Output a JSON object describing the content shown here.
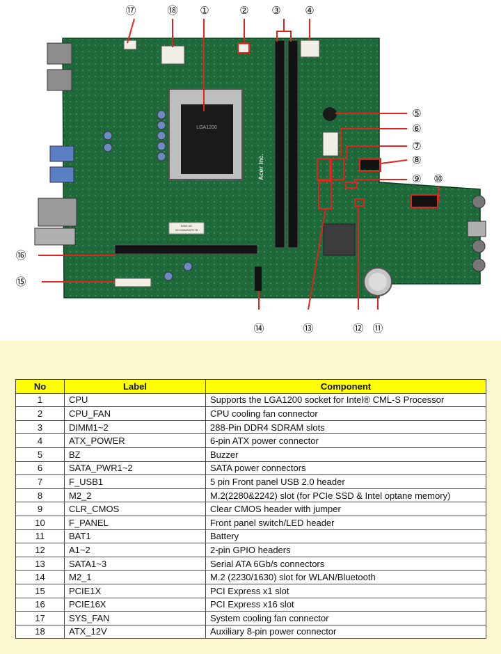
{
  "callouts": [
    "①",
    "②",
    "③",
    "④",
    "⑤",
    "⑥",
    "⑦",
    "⑧",
    "⑨",
    "⑩",
    "⑪",
    "⑫",
    "⑬",
    "⑭",
    "⑮",
    "⑯",
    "⑰",
    "⑱"
  ],
  "board_print": {
    "vendor": "Acer Inc.",
    "socket_mark": "LGA1200",
    "model_sticker": "B460-AD",
    "serial_sticker": "SAY1026AXSPF1TB"
  },
  "colors": {
    "page_bg": "#fbf7cf",
    "pcb": "#1f6a3a",
    "header_fill": "#ffff00",
    "leader_line": "#e0231d",
    "table_border": "#444444"
  },
  "table": {
    "headers": [
      "No",
      "Label",
      "Component"
    ],
    "rows": [
      [
        "1",
        "CPU",
        "Supports the LGA1200  socket for Intel®  CML-S Processor"
      ],
      [
        "2",
        "CPU_FAN",
        "CPU cooling fan connector"
      ],
      [
        "3",
        "DIMM1~2",
        "288-Pin DDR4 SDRAM slots"
      ],
      [
        "4",
        "ATX_POWER",
        "6-pin ATX power connector"
      ],
      [
        "5",
        "BZ",
        "Buzzer"
      ],
      [
        "6",
        "SATA_PWR1~2",
        "SATA power connectors"
      ],
      [
        "7",
        "F_USB1",
        "5 pin Front panel USB 2.0 header"
      ],
      [
        "8",
        "M2_2",
        "M.2(2280&2242)  slot (for PCIe SSD & Intel optane memory)"
      ],
      [
        "9",
        "CLR_CMOS",
        "Clear CMOS header with jumper"
      ],
      [
        "10",
        "F_PANEL",
        "Front panel switch/LED header"
      ],
      [
        "11",
        "BAT1",
        "Battery"
      ],
      [
        "12",
        "A1~2",
        "2-pin GPIO headers"
      ],
      [
        "13",
        "SATA1~3",
        "Serial ATA 6Gb/s connectors"
      ],
      [
        "14",
        "M2_1",
        "M.2 (2230/1630) slot for WLAN/Bluetooth"
      ],
      [
        "15",
        "PCIE1X",
        "PCI Express x1 slot"
      ],
      [
        "16",
        "PCIE16X",
        "PCI Express x16 slot"
      ],
      [
        "17",
        "SYS_FAN",
        "System cooling fan connector"
      ],
      [
        "18",
        "ATX_12V",
        "Auxiliary  8-pin power connector"
      ]
    ]
  }
}
